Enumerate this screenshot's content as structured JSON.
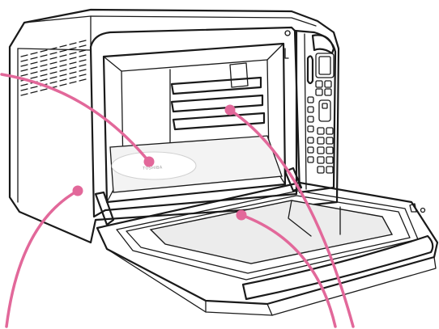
{
  "colors": {
    "callout": "#e2689a",
    "outline": "#1a1a1a",
    "window_tint": "#ececec",
    "tray": "#f3f3f3",
    "background": "#ffffff"
  },
  "tray_mark": "TOSHIBA",
  "callouts": [
    {
      "name": "callout-turntable",
      "target": "turntable-plate"
    },
    {
      "name": "callout-oven-rack",
      "target": "oven-rack"
    },
    {
      "name": "callout-cabinet",
      "target": "oven-cabinet"
    },
    {
      "name": "callout-door-window",
      "target": "door-window"
    }
  ]
}
